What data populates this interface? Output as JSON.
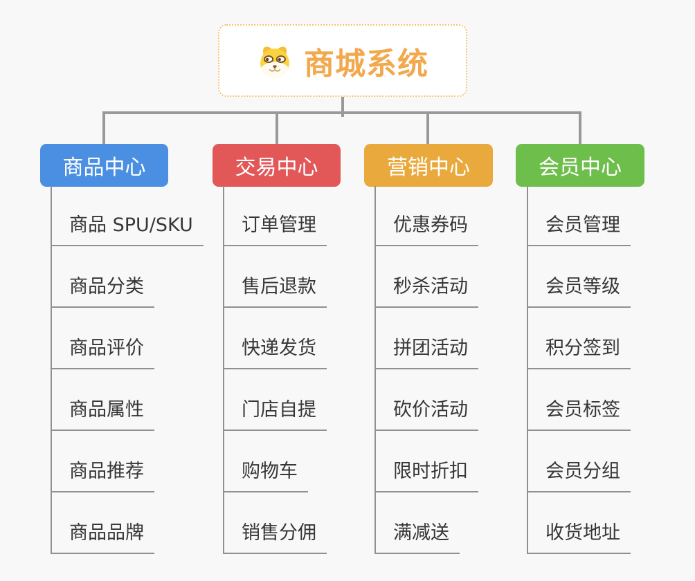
{
  "page": {
    "background": "#f8f8f8",
    "connector_color": "#999999",
    "underline_color": "#909090"
  },
  "root": {
    "title": "商城系统",
    "icon": "dog-face-icon",
    "accent_color": "#f2a94e",
    "border_color": "#f6c172"
  },
  "branches": [
    {
      "label": "商品中心",
      "color": "#4b8fe2",
      "children": [
        "商品 SPU/SKU",
        "商品分类",
        "商品评价",
        "商品属性",
        "商品推荐",
        "商品品牌"
      ]
    },
    {
      "label": "交易中心",
      "color": "#e25757",
      "children": [
        "订单管理",
        "售后退款",
        "快递发货",
        "门店自提",
        "购物车",
        "销售分佣"
      ]
    },
    {
      "label": "营销中心",
      "color": "#e9a93c",
      "children": [
        "优惠券码",
        "秒杀活动",
        "拼团活动",
        "砍价活动",
        "限时折扣",
        "满减送"
      ]
    },
    {
      "label": "会员中心",
      "color": "#6ebe4b",
      "children": [
        "会员管理",
        "会员等级",
        "积分签到",
        "会员标签",
        "会员分组",
        "收货地址"
      ]
    }
  ]
}
